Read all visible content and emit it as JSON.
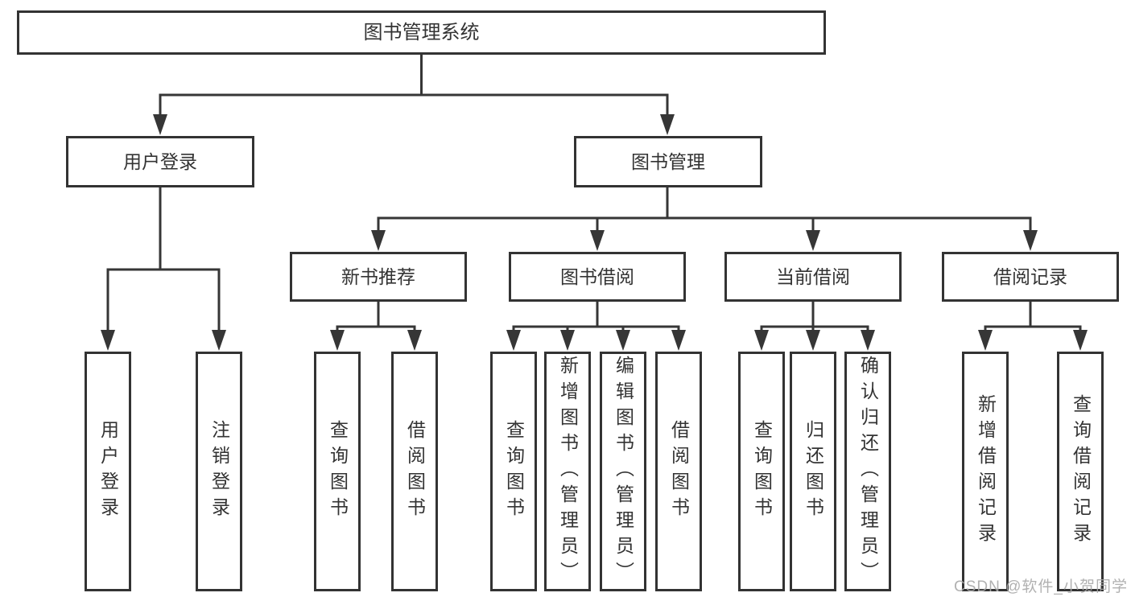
{
  "diagram": {
    "type": "tree",
    "title": "图书管理系统",
    "hierarchy": {
      "label": "图书管理系统",
      "children": [
        {
          "label": "用户登录",
          "children": [
            {
              "label": "用户登录"
            },
            {
              "label": "注销登录"
            }
          ]
        },
        {
          "label": "图书管理",
          "children": [
            {
              "label": "新书推荐",
              "children": [
                {
                  "label": "查询图书"
                },
                {
                  "label": "借阅图书"
                }
              ]
            },
            {
              "label": "图书借阅",
              "children": [
                {
                  "label": "查询图书"
                },
                {
                  "label": "新增图书（管理员）"
                },
                {
                  "label": "编辑图书（管理员）"
                },
                {
                  "label": "借阅图书"
                }
              ]
            },
            {
              "label": "当前借阅",
              "children": [
                {
                  "label": "查询图书"
                },
                {
                  "label": "归还图书"
                },
                {
                  "label": "确认归还（管理员）"
                }
              ]
            },
            {
              "label": "借阅记录",
              "children": [
                {
                  "label": "新增借阅记录"
                },
                {
                  "label": "查询借阅记录"
                }
              ]
            }
          ]
        }
      ]
    },
    "colors": {
      "line": "#363636",
      "box_border": "#333333",
      "box_fill": "#ffffff",
      "text": "#333333",
      "watermark": "#a8a8a8"
    },
    "watermark": "CSDN @软件_小贺同学"
  }
}
